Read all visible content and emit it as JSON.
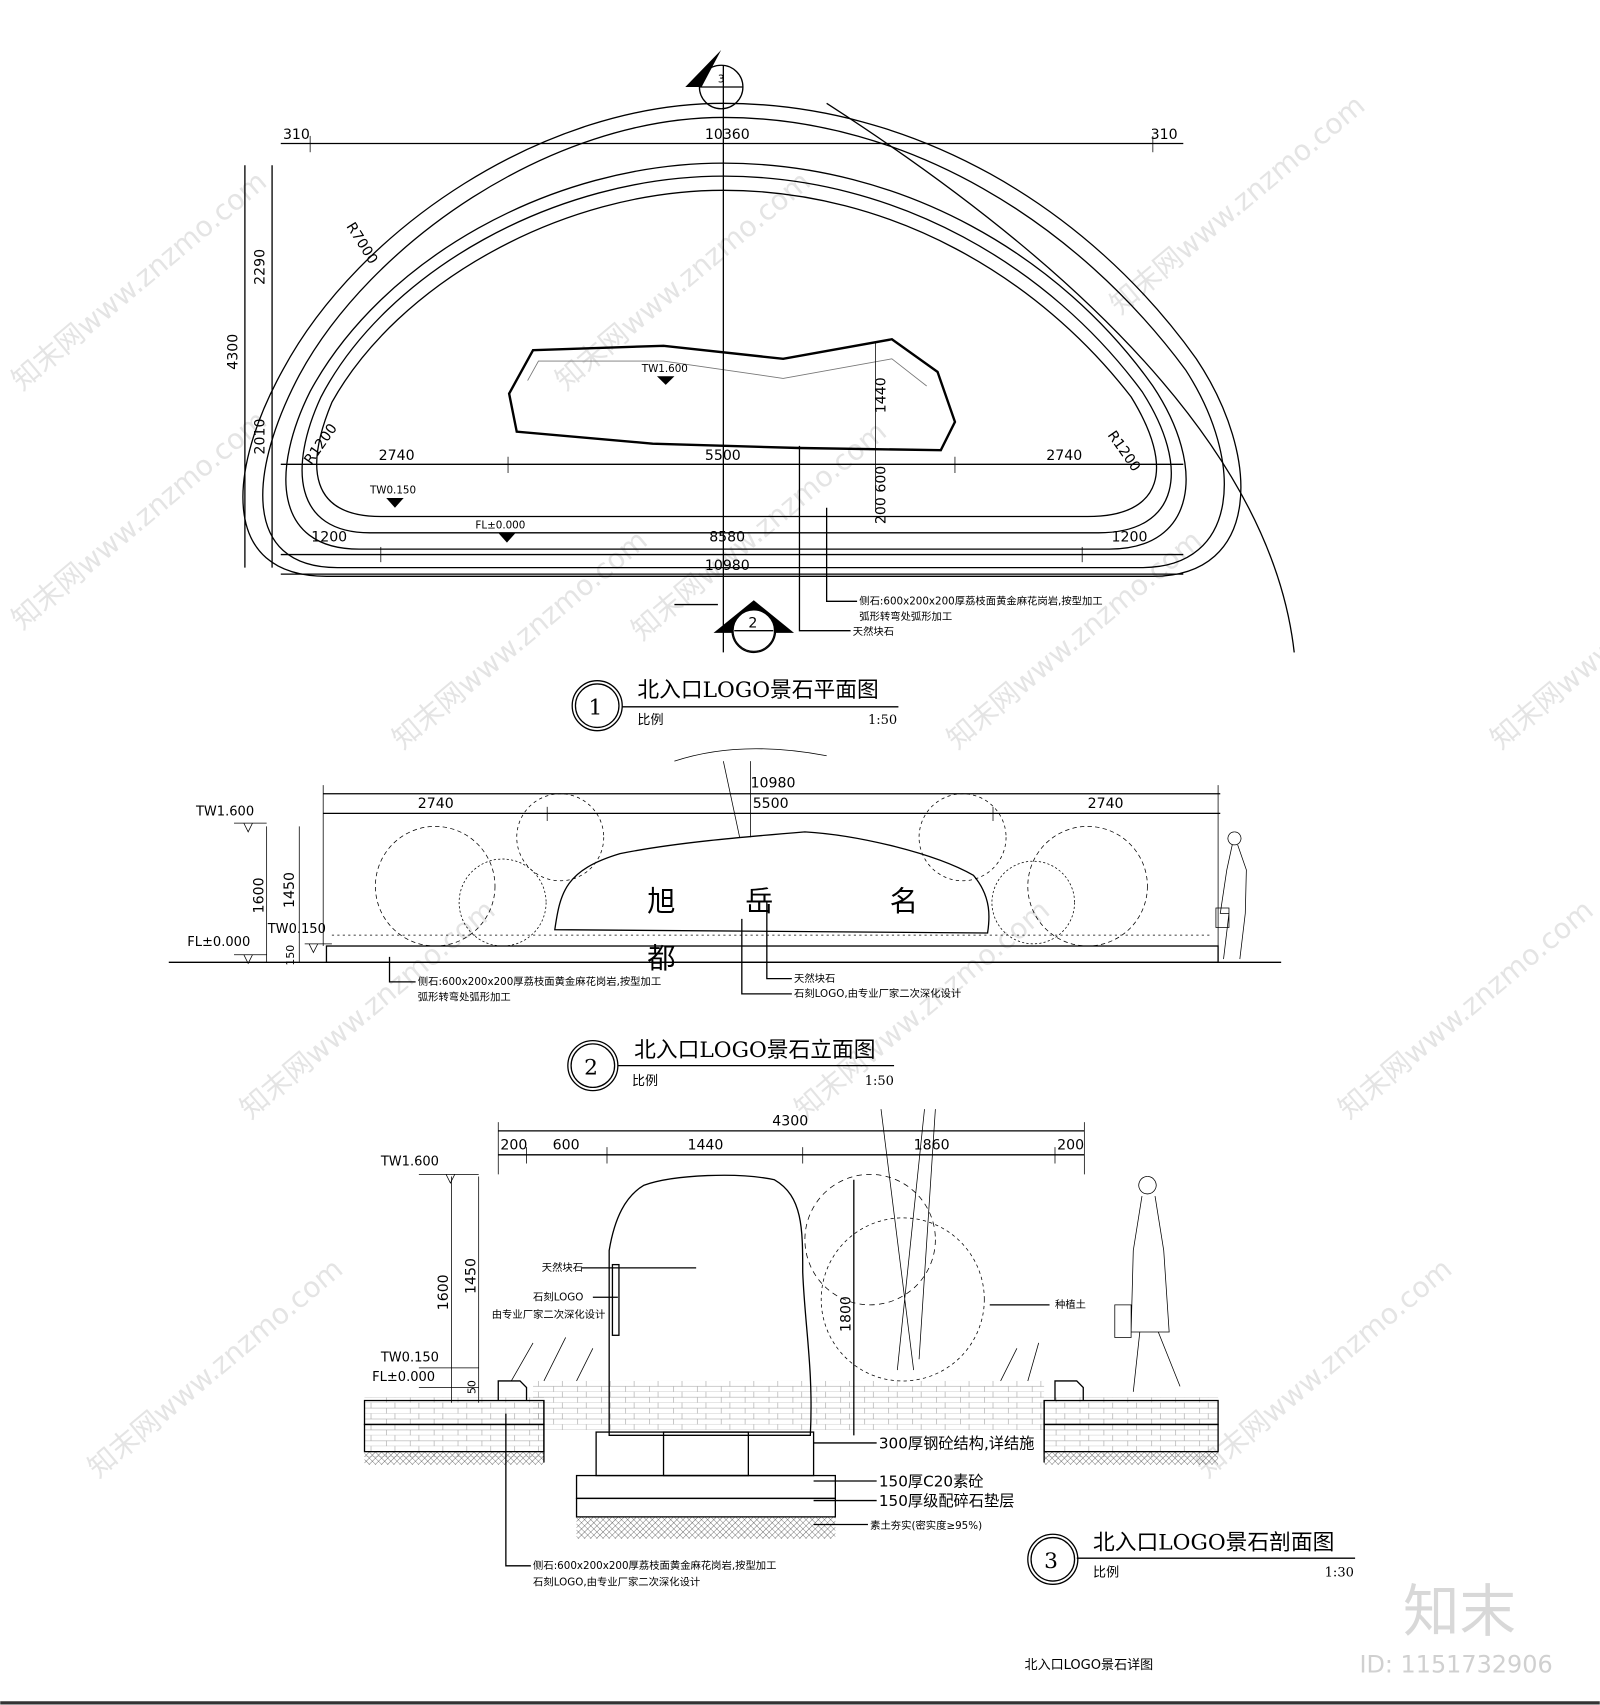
{
  "watermark": "知末网www.znzmo.com",
  "brand": {
    "logo": "知末",
    "id": "ID: 1151732906"
  },
  "sheet_title": "北入口LOGO景石详图",
  "plan": {
    "section_markers": [
      "3",
      "2"
    ],
    "dims_top": [
      "310",
      "10360",
      "310"
    ],
    "dims_left": [
      "2290",
      "4300",
      "2010"
    ],
    "dims_mid": [
      "2740",
      "5500",
      "2740"
    ],
    "dims_bottom": [
      "1200",
      "8580",
      "1200"
    ],
    "dim_total": "10980",
    "radius_large": "R7000",
    "radius_small": [
      "R1200",
      "R1200"
    ],
    "rock_level": "TW1.600",
    "rock_depth": "1440",
    "curb_dims": "200 600",
    "curb_level": "TW0.150",
    "floor_level": "FL±0.000",
    "note_curb_1": "侧石:600x200x200厚荔枝面黄金麻花岗岩,按型加工",
    "note_curb_2": "弧形转弯处弧形加工",
    "note_rock": "天然块石",
    "title": {
      "number": "1",
      "text": "北入口LOGO景石平面图",
      "scale_label": "比例",
      "scale": "1:50"
    }
  },
  "elevation": {
    "dim_total": "10980",
    "dims": [
      "2740",
      "5500",
      "2740"
    ],
    "levels": [
      "TW1.600",
      "TW0.150",
      "FL±0.000"
    ],
    "dims_vertical": [
      "1600",
      "1450",
      "150"
    ],
    "logo_chars": [
      "旭",
      "岳",
      "名",
      "都"
    ],
    "note_curb_1": "侧石:600x200x200厚荔枝面黄金麻花岗岩,按型加工",
    "note_curb_2": "弧形转弯处弧形加工",
    "note_rock": "天然块石",
    "note_logo": "石刻LOGO,由专业厂家二次深化设计",
    "title": {
      "number": "2",
      "text": "北入口LOGO景石立面图",
      "scale_label": "比例",
      "scale": "1:50"
    }
  },
  "section": {
    "dim_total": "4300",
    "dims": [
      "200",
      "600",
      "1440",
      "1860",
      "200"
    ],
    "levels": [
      "TW1.600",
      "TW0.150",
      "FL±0.000"
    ],
    "dims_vertical": [
      "1600",
      "1450",
      "50",
      "1800"
    ],
    "note_rock": "天然块石",
    "note_logo_1": "石刻LOGO",
    "note_logo_2": "由专业厂家二次深化设计",
    "note_soil": "种植土",
    "layers": [
      "300厚钢砼结构,详结施",
      "150厚C20素砼",
      "150厚级配碎石垫层",
      "素土夯实(密实度≥95%)"
    ],
    "note_curb_1": "侧石:600x200x200厚荔枝面黄金麻花岗岩,按型加工",
    "note_curb_2": "石刻LOGO,由专业厂家二次深化设计",
    "title": {
      "number": "3",
      "text": "北入口LOGO景石剖面图",
      "scale_label": "比例",
      "scale": "1:30"
    }
  }
}
